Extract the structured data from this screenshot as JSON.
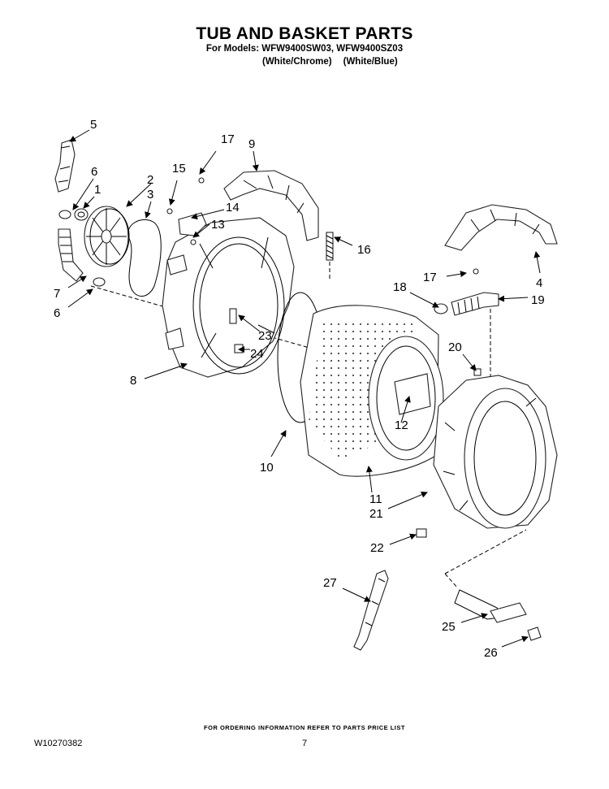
{
  "header": {
    "title": "TUB AND BASKET PARTS",
    "models_line": "For Models: WFW9400SW03, WFW9400SZ03",
    "color_1": "(White/Chrome)",
    "color_2": "(White/Blue)"
  },
  "callouts": [
    "1",
    "2",
    "3",
    "4",
    "5",
    "6",
    "6",
    "7",
    "8",
    "9",
    "10",
    "11",
    "12",
    "13",
    "14",
    "15",
    "16",
    "17",
    "17",
    "18",
    "19",
    "20",
    "21",
    "22",
    "23",
    "24",
    "25",
    "26",
    "27"
  ],
  "footer": {
    "ordering_info": "FOR ORDERING INFORMATION REFER TO PARTS PRICE LIST",
    "document_number": "W10270382",
    "page_number": "7"
  }
}
